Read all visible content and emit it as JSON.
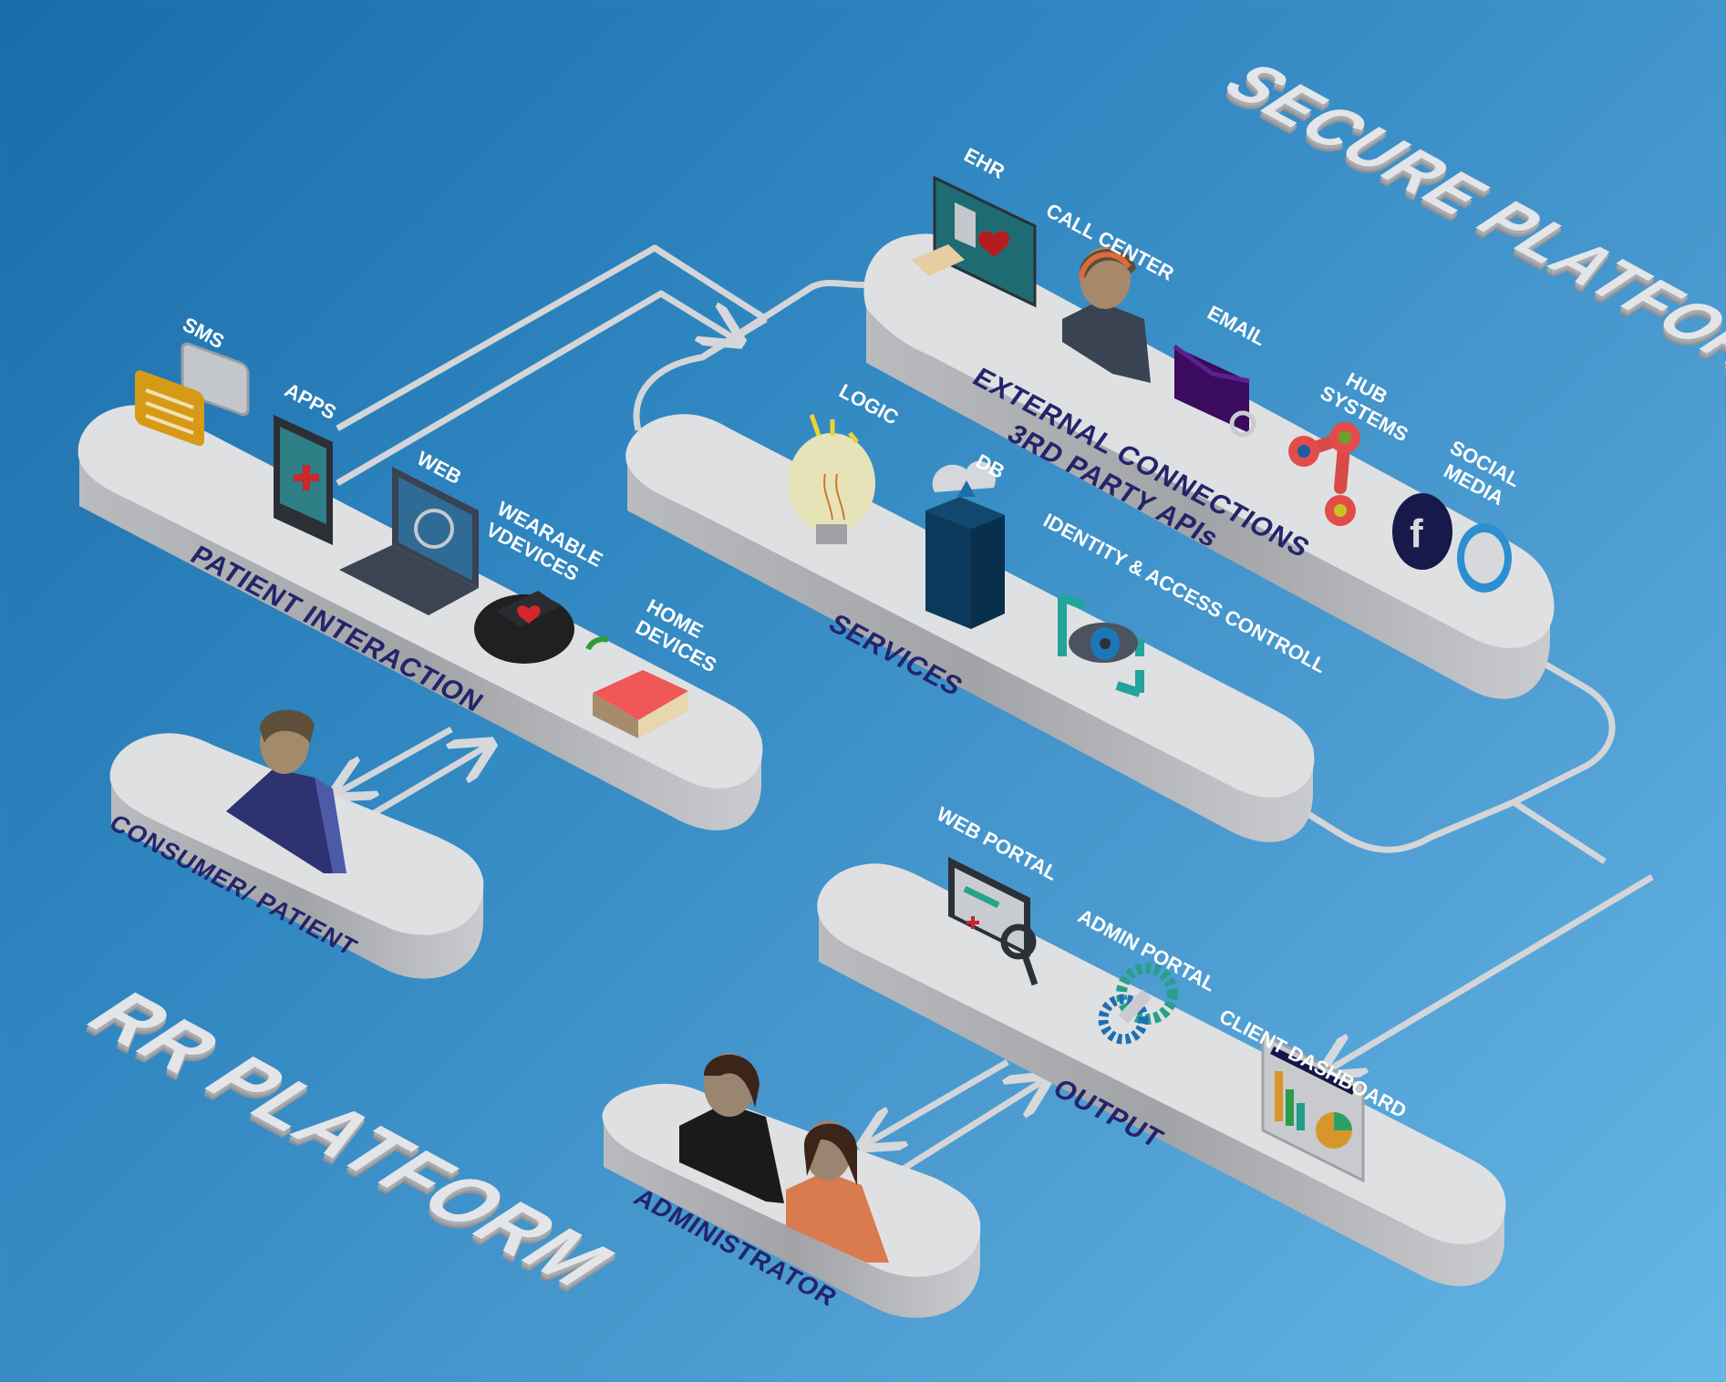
{
  "titles": {
    "secure_platform": "SECURE PLATFORM",
    "rr_platform": "RR PLATFORM"
  },
  "platforms": {
    "patient_interaction": {
      "label": "PATIENT INTERACTION",
      "items": [
        {
          "label": "SMS",
          "icon": "chat-bubbles-icon"
        },
        {
          "label": "APPS",
          "icon": "smartphone-icon"
        },
        {
          "label": "WEB",
          "icon": "laptop-icon"
        },
        {
          "label": "WEARABLE VDEVICES",
          "line1": "WEARABLE",
          "line2": "VDEVICES",
          "icon": "smartwatch-icon"
        },
        {
          "label": "HOME DEVICES",
          "line1": "HOME",
          "line2": "DEVICES",
          "icon": "smart-home-icon"
        }
      ]
    },
    "consumer_patient": {
      "label": "CONSUMER/ PATIENT",
      "icon": "patient-avatar-icon"
    },
    "services": {
      "label": "SERVICES",
      "items": [
        {
          "label": "LOGIC",
          "icon": "lightbulb-icon"
        },
        {
          "label": "DB",
          "icon": "database-server-icon"
        },
        {
          "label": "IDENTITY & ACCESS CONTROLL",
          "icon": "eye-scan-icon"
        }
      ]
    },
    "external_connections": {
      "label_line1": "EXTERNAL CONNECTIONS",
      "label_line2": "3RD PARTY APIs",
      "items": [
        {
          "label": "EHR",
          "icon": "ehr-monitor-icon"
        },
        {
          "label": "CALL CENTER",
          "icon": "call-center-agent-icon"
        },
        {
          "label": "EMAIL",
          "icon": "envelope-icon"
        },
        {
          "label": "HUB SYSTEMS",
          "line1": "HUB",
          "line2": "SYSTEMS",
          "icon": "hub-share-icon"
        },
        {
          "label": "SOCIAL MEDIA",
          "line1": "SOCIAL",
          "line2": "MEDIA",
          "icon": "social-media-icon"
        }
      ]
    },
    "output": {
      "label": "OUTPUT",
      "items": [
        {
          "label": "WEB PORTAL",
          "icon": "web-portal-monitor-icon"
        },
        {
          "label": "ADMIN PORTAL",
          "icon": "gears-icon"
        },
        {
          "label": "CLIENT DASHBOARD",
          "icon": "dashboard-chart-icon"
        }
      ]
    },
    "administrator": {
      "label": "ADMINISTRATOR",
      "icon": "admin-people-icon"
    }
  },
  "colors": {
    "platform_top": "#dfe0e2",
    "platform_side": "#a4a6aa",
    "label_navy": "#23246a",
    "background_dark": "#1a6ca8",
    "background_light": "#66b6e6"
  }
}
